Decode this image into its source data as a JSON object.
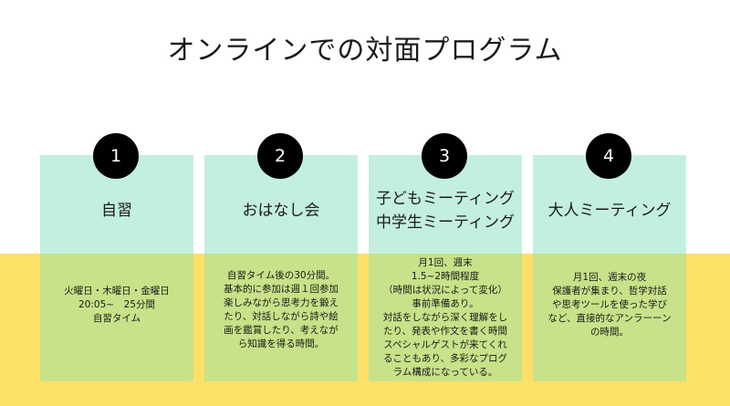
{
  "title": "オンラインでの対面プログラム",
  "colors": {
    "card_top": "#c3efe0",
    "card_bottom": "#c7e288",
    "band": "#fde068",
    "badge": "#000000"
  },
  "cards": [
    {
      "number": "1",
      "heading": [
        "自習"
      ],
      "body": [
        "火曜日・木曜日・金曜日",
        "20:05~　25分間",
        "自習タイム"
      ]
    },
    {
      "number": "2",
      "heading": [
        "おはなし会"
      ],
      "body": [
        "自習タイム後の30分間。",
        "基本的に参加は週１回参加",
        "楽しみながら思考力を鍛え",
        "たり、対話しながら詩や絵",
        "画を鑑賞したり、考えなが",
        "ら知識を得る時間。"
      ]
    },
    {
      "number": "3",
      "heading": [
        "子どもミーティング",
        "中学生ミーティング"
      ],
      "body": [
        "月1回、週末",
        "1.5~2時間程度",
        "（時間は状況によって変化）",
        "事前準備あり。",
        "対話をしながら深く理解をし",
        "たり、発表や作文を書く時間",
        "スペシャルゲストが来てくれ",
        "ることもあり、多彩なプログ",
        "ラム構成になっている。"
      ]
    },
    {
      "number": "4",
      "heading": [
        "大人ミーティング"
      ],
      "body": [
        "月1回、週末の夜",
        "保護者が集まり、哲学対話",
        "や思考ツールを使った学び",
        "など、直接的なアンラーーン",
        "の時間。"
      ]
    }
  ]
}
